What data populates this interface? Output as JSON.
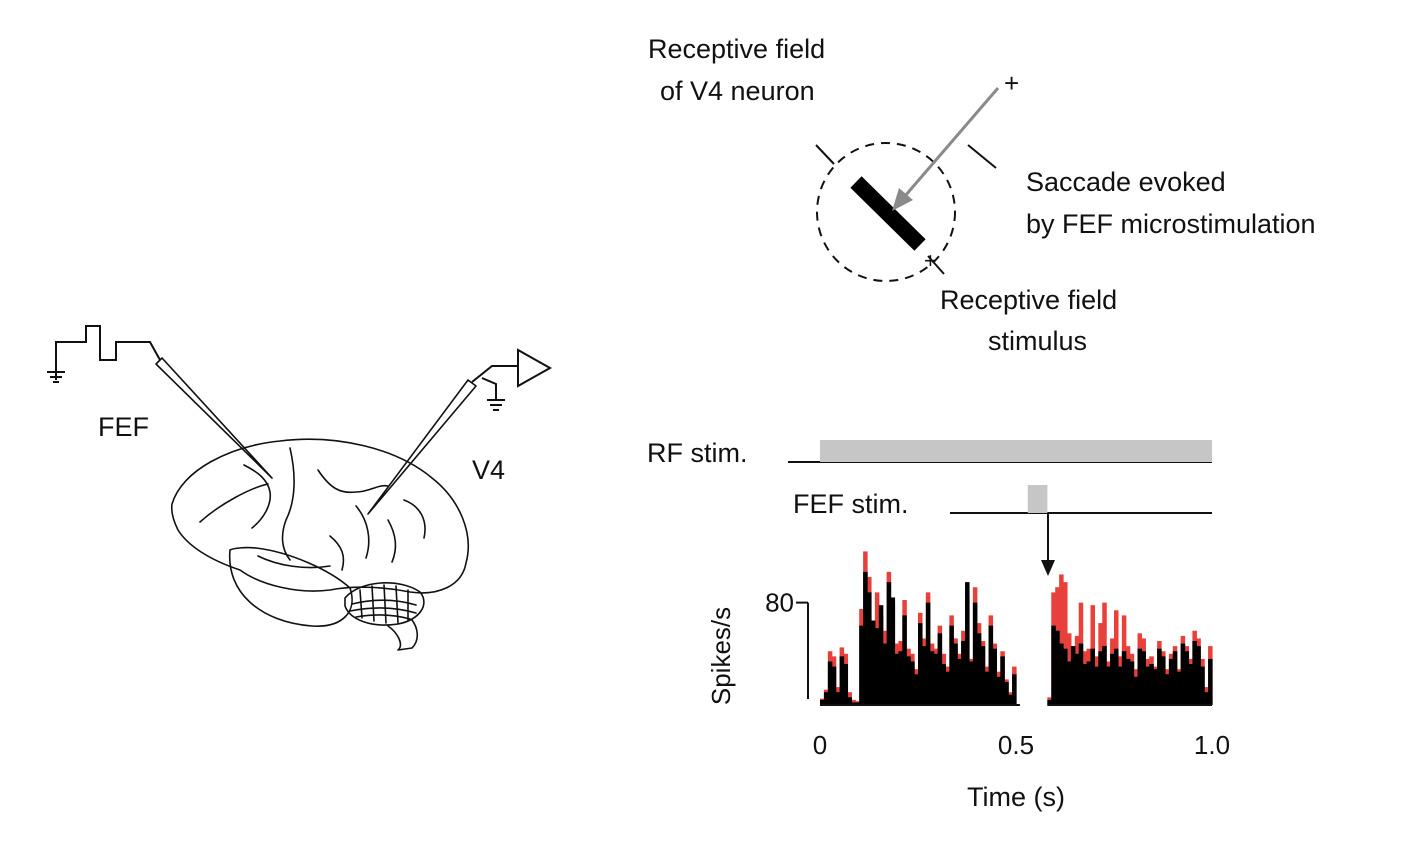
{
  "labels": {
    "fef": "FEF",
    "v4": "V4",
    "rf_of_v4_line1": "Receptive field",
    "rf_of_v4_line2": "of V4 neuron",
    "saccade_line1": "Saccade evoked",
    "saccade_line2": "by FEF microstimulation",
    "rf_stimulus_line1": "Receptive field",
    "rf_stimulus_line2": "stimulus",
    "plus_sign": "+",
    "rf_stim": "RF stim.",
    "fef_stim": "FEF stim."
  },
  "colors": {
    "stim_bar": "#c6c6c6",
    "saccade_arrow": "#8a8a8a",
    "trace_black": "#000000",
    "trace_red": "#e8413c"
  },
  "timeline": {
    "rf_stim_interval_s": [
      0.0,
      1.0
    ],
    "fef_stim_interval_s": [
      0.53,
      0.58
    ]
  },
  "chart_data": {
    "type": "area",
    "title": "",
    "xlabel": "Time (s)",
    "ylabel": "Spikes/s",
    "xlim": [
      0,
      1.0
    ],
    "ylim": [
      0,
      125
    ],
    "x_ticks": [
      "0",
      "0.5",
      "1.0"
    ],
    "y_scale_bar": {
      "value": 80,
      "label": "80"
    },
    "gap_s": [
      0.51,
      0.58
    ],
    "bin_width_s": 0.01,
    "series": [
      {
        "segments": [
          {
            "x_start": 0.0,
            "values": [
              5,
              12,
              42,
              38,
              14,
              45,
              40,
              10,
              4,
              3,
              75,
              120,
              100,
              62,
              88,
              70,
              58,
              104,
              80,
              48,
              50,
              82,
              44,
              40,
              28,
              72,
              52,
              88,
              48,
              44,
              62,
              40,
              30,
              70,
              52,
              40,
              58,
              84,
              36,
              92,
              64,
              50,
              30,
              70,
              48,
              26,
              42,
              20,
              10,
              30
            ]
          },
          {
            "x_start": 0.58,
            "values": [
              6,
              88,
              92,
              102,
              96,
              56,
              46,
              54,
              80,
              42,
              44,
              78,
              38,
              64,
              80,
              34,
              52,
              74,
              38,
              70,
              46,
              40,
              28,
              56,
              52,
              36,
              38,
              30,
              50,
              42,
              28,
              40,
              46,
              28,
              54,
              46,
              36,
              58,
              52,
              36,
              14,
              46
            ]
          }
        ]
      },
      {
        "segments": [
          {
            "x_start": 0.0,
            "values": [
              4,
              10,
              34,
              30,
              10,
              38,
              32,
              6,
              2,
              2,
              62,
              104,
              88,
              66,
              60,
              78,
              48,
              96,
              84,
              40,
              42,
              70,
              38,
              34,
              24,
              64,
              46,
              80,
              42,
              40,
              56,
              32,
              26,
              62,
              48,
              36,
              50,
              96,
              34,
              80,
              56,
              46,
              26,
              62,
              44,
              22,
              38,
              18,
              8,
              24
            ]
          },
          {
            "x_start": 0.58,
            "values": [
              4,
              62,
              58,
              48,
              44,
              34,
              46,
              40,
              48,
              32,
              34,
              44,
              30,
              42,
              46,
              30,
              40,
              44,
              30,
              42,
              36,
              34,
              22,
              44,
              42,
              30,
              32,
              28,
              44,
              38,
              24,
              36,
              42,
              26,
              48,
              42,
              32,
              50,
              46,
              30,
              10,
              36
            ]
          }
        ]
      }
    ]
  }
}
